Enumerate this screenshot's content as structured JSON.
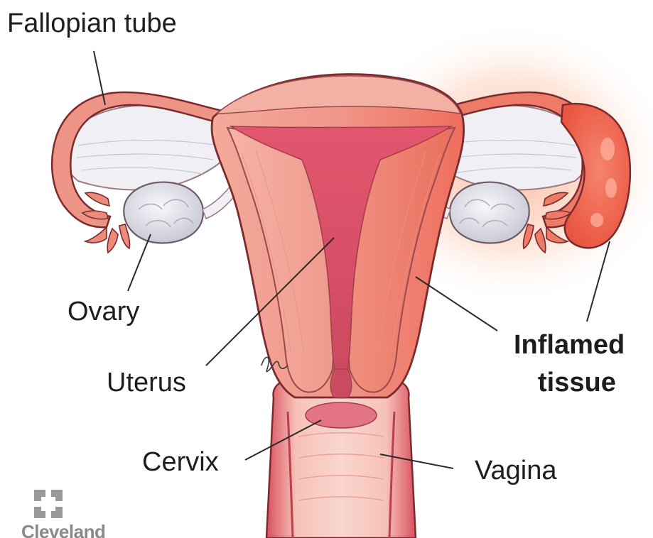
{
  "labels": {
    "fallopian_tube": "Fallopian tube",
    "ovary": "Ovary",
    "uterus": "Uterus",
    "cervix": "Cervix",
    "inflamed_tissue_line1": "Inflamed",
    "inflamed_tissue_line2": "tissue",
    "vagina": "Vagina"
  },
  "logo": {
    "text": "Cleveland",
    "icon": "cleveland-clinic-logo-icon"
  },
  "colors": {
    "tissue": "#eb8f85",
    "tissue_dark": "#c8555a",
    "inflamed": "#f0654f",
    "inflamed_glow": "#fbb79e",
    "cavity": "#d9536a",
    "ligament": "#f0f0f4",
    "ovary": "#dcdde6",
    "outline": "#7a2b2e",
    "leader_line": "#2a2a2a",
    "logo_gray": "#9a9a9a"
  }
}
